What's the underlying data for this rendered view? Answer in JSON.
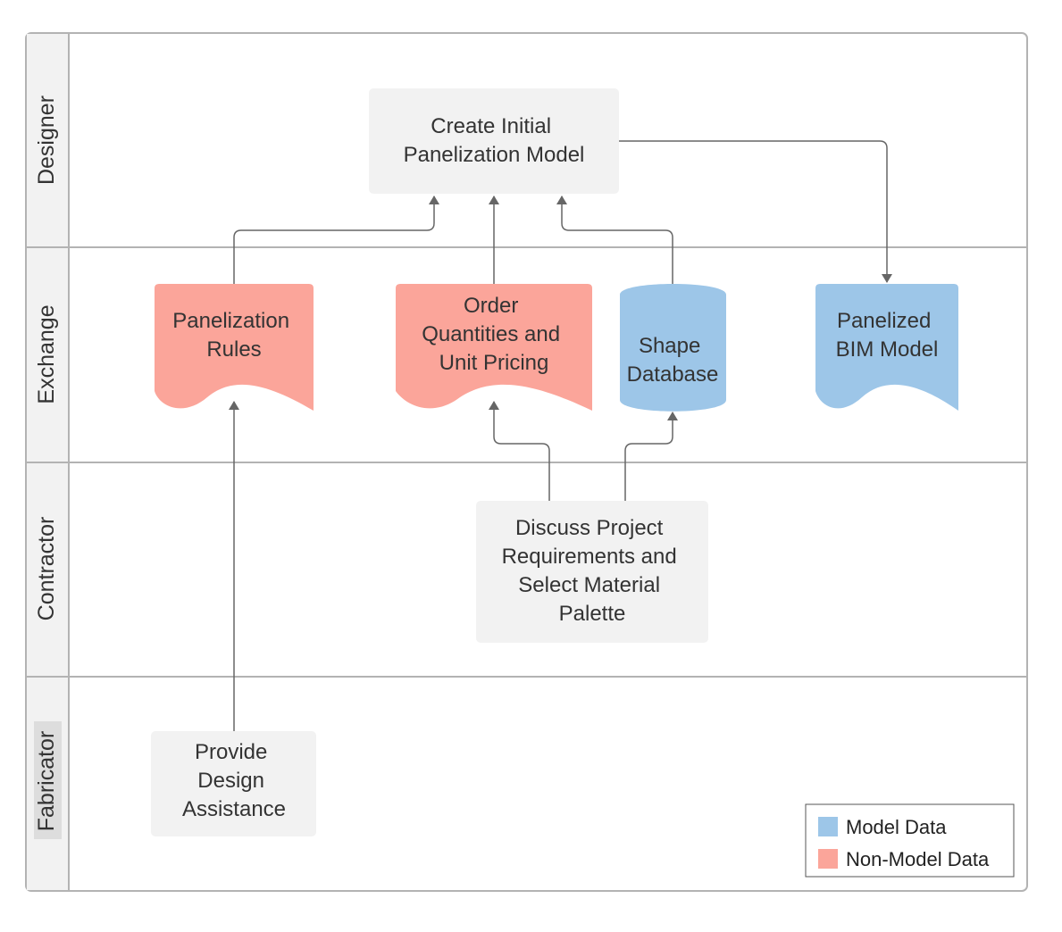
{
  "colors": {
    "model_data": "#9dc6e8",
    "non_model_data": "#fba59a",
    "process": "#f2f2f2",
    "lane_border": "#b3b3b3",
    "arrow": "#666666"
  },
  "lanes": [
    {
      "id": "designer",
      "label": "Designer"
    },
    {
      "id": "exchange",
      "label": "Exchange"
    },
    {
      "id": "contractor",
      "label": "Contractor"
    },
    {
      "id": "fabricator",
      "label": "Fabricator"
    }
  ],
  "nodes": {
    "create_model": {
      "lines": [
        "Create Initial",
        "Panelization Model"
      ],
      "kind": "process"
    },
    "panelization_rules": {
      "lines": [
        "Panelization",
        "Rules"
      ],
      "kind": "document",
      "data_type": "non_model"
    },
    "order_quantities": {
      "lines": [
        "Order",
        "Quantities and",
        "Unit Pricing"
      ],
      "kind": "document",
      "data_type": "non_model"
    },
    "shape_database": {
      "lines": [
        "Shape",
        "Database"
      ],
      "kind": "database",
      "data_type": "model"
    },
    "panelized_bim": {
      "lines": [
        "Panelized",
        "BIM Model"
      ],
      "kind": "document",
      "data_type": "model"
    },
    "discuss_requirements": {
      "lines": [
        "Discuss Project",
        "Requirements and",
        "Select Material",
        "Palette"
      ],
      "kind": "process"
    },
    "provide_assistance": {
      "lines": [
        "Provide",
        "Design",
        "Assistance"
      ],
      "kind": "process"
    }
  },
  "edges": [
    {
      "from": "panelization_rules",
      "to": "create_model"
    },
    {
      "from": "order_quantities",
      "to": "create_model"
    },
    {
      "from": "shape_database",
      "to": "create_model"
    },
    {
      "from": "create_model",
      "to": "panelized_bim"
    },
    {
      "from": "discuss_requirements",
      "to": "order_quantities"
    },
    {
      "from": "discuss_requirements",
      "to": "shape_database"
    },
    {
      "from": "provide_assistance",
      "to": "panelization_rules"
    }
  ],
  "legend": {
    "items": [
      {
        "label": "Model Data",
        "color": "#9dc6e8"
      },
      {
        "label": "Non-Model Data",
        "color": "#fba59a"
      }
    ]
  }
}
